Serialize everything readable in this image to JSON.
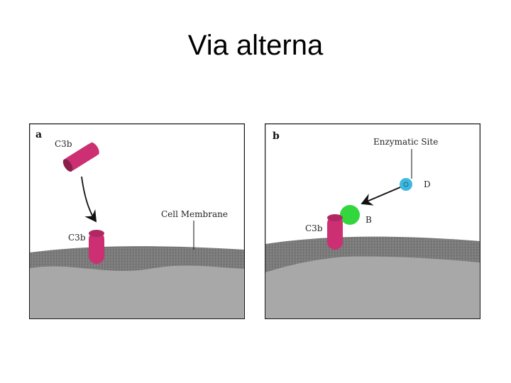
{
  "slide": {
    "title": "Via alterna"
  },
  "panel_a": {
    "letter": "a",
    "c3b_free_label": "C3b",
    "c3b_bound_label": "C3b",
    "membrane_label": "Cell Membrane"
  },
  "panel_b": {
    "letter": "b",
    "enzymatic_label": "Enzymatic Site",
    "d_label": "D",
    "b_label": "B",
    "c3b_label": "C3b"
  },
  "colors": {
    "c3b": "#cc2f72",
    "c3b_end": "#8a1f4c",
    "factor_b": "#33d63d",
    "factor_d": "#3fb8e0",
    "membrane_dark": "#7a7a7a",
    "cell_body": "#a8a8a8",
    "frame": "#1a1a1a"
  }
}
